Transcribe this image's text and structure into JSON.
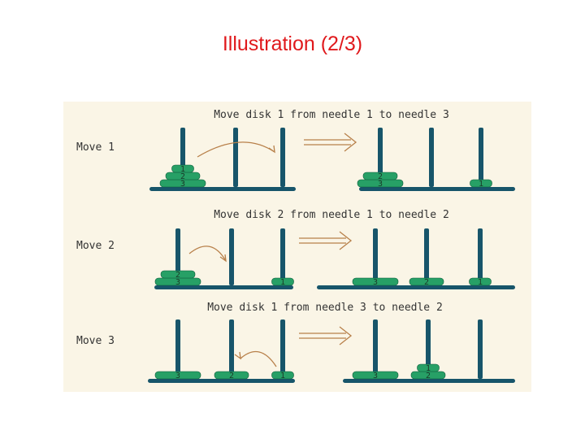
{
  "title": "Illustration (2/3)",
  "colors": {
    "title": "#e0191c",
    "background": "#faf5e6",
    "needle": "#17556a",
    "disk": "#27a066",
    "disk_outline": "#0f5a3a",
    "arrow": "#b8804a",
    "text": "#333333"
  },
  "steps": [
    {
      "label": "Move 1",
      "caption": "Move disk 1 from needle 1 to needle 3",
      "before": [
        [
          "1",
          "2",
          "3"
        ],
        [],
        []
      ],
      "after": [
        [
          "2",
          "3"
        ],
        [],
        [
          "1"
        ]
      ]
    },
    {
      "label": "Move 2",
      "caption": "Move disk 2 from needle 1 to needle 2",
      "before": [
        [
          "2",
          "3"
        ],
        [],
        [
          "1"
        ]
      ],
      "after": [
        [
          "3"
        ],
        [
          "2"
        ],
        [
          "1"
        ]
      ]
    },
    {
      "label": "Move 3",
      "caption": "Move disk 1 from needle 3 to needle 2",
      "before": [
        [
          "3"
        ],
        [
          "2"
        ],
        [
          "1"
        ]
      ],
      "after": [
        [
          "3"
        ],
        [
          "1",
          "2"
        ],
        []
      ]
    }
  ]
}
